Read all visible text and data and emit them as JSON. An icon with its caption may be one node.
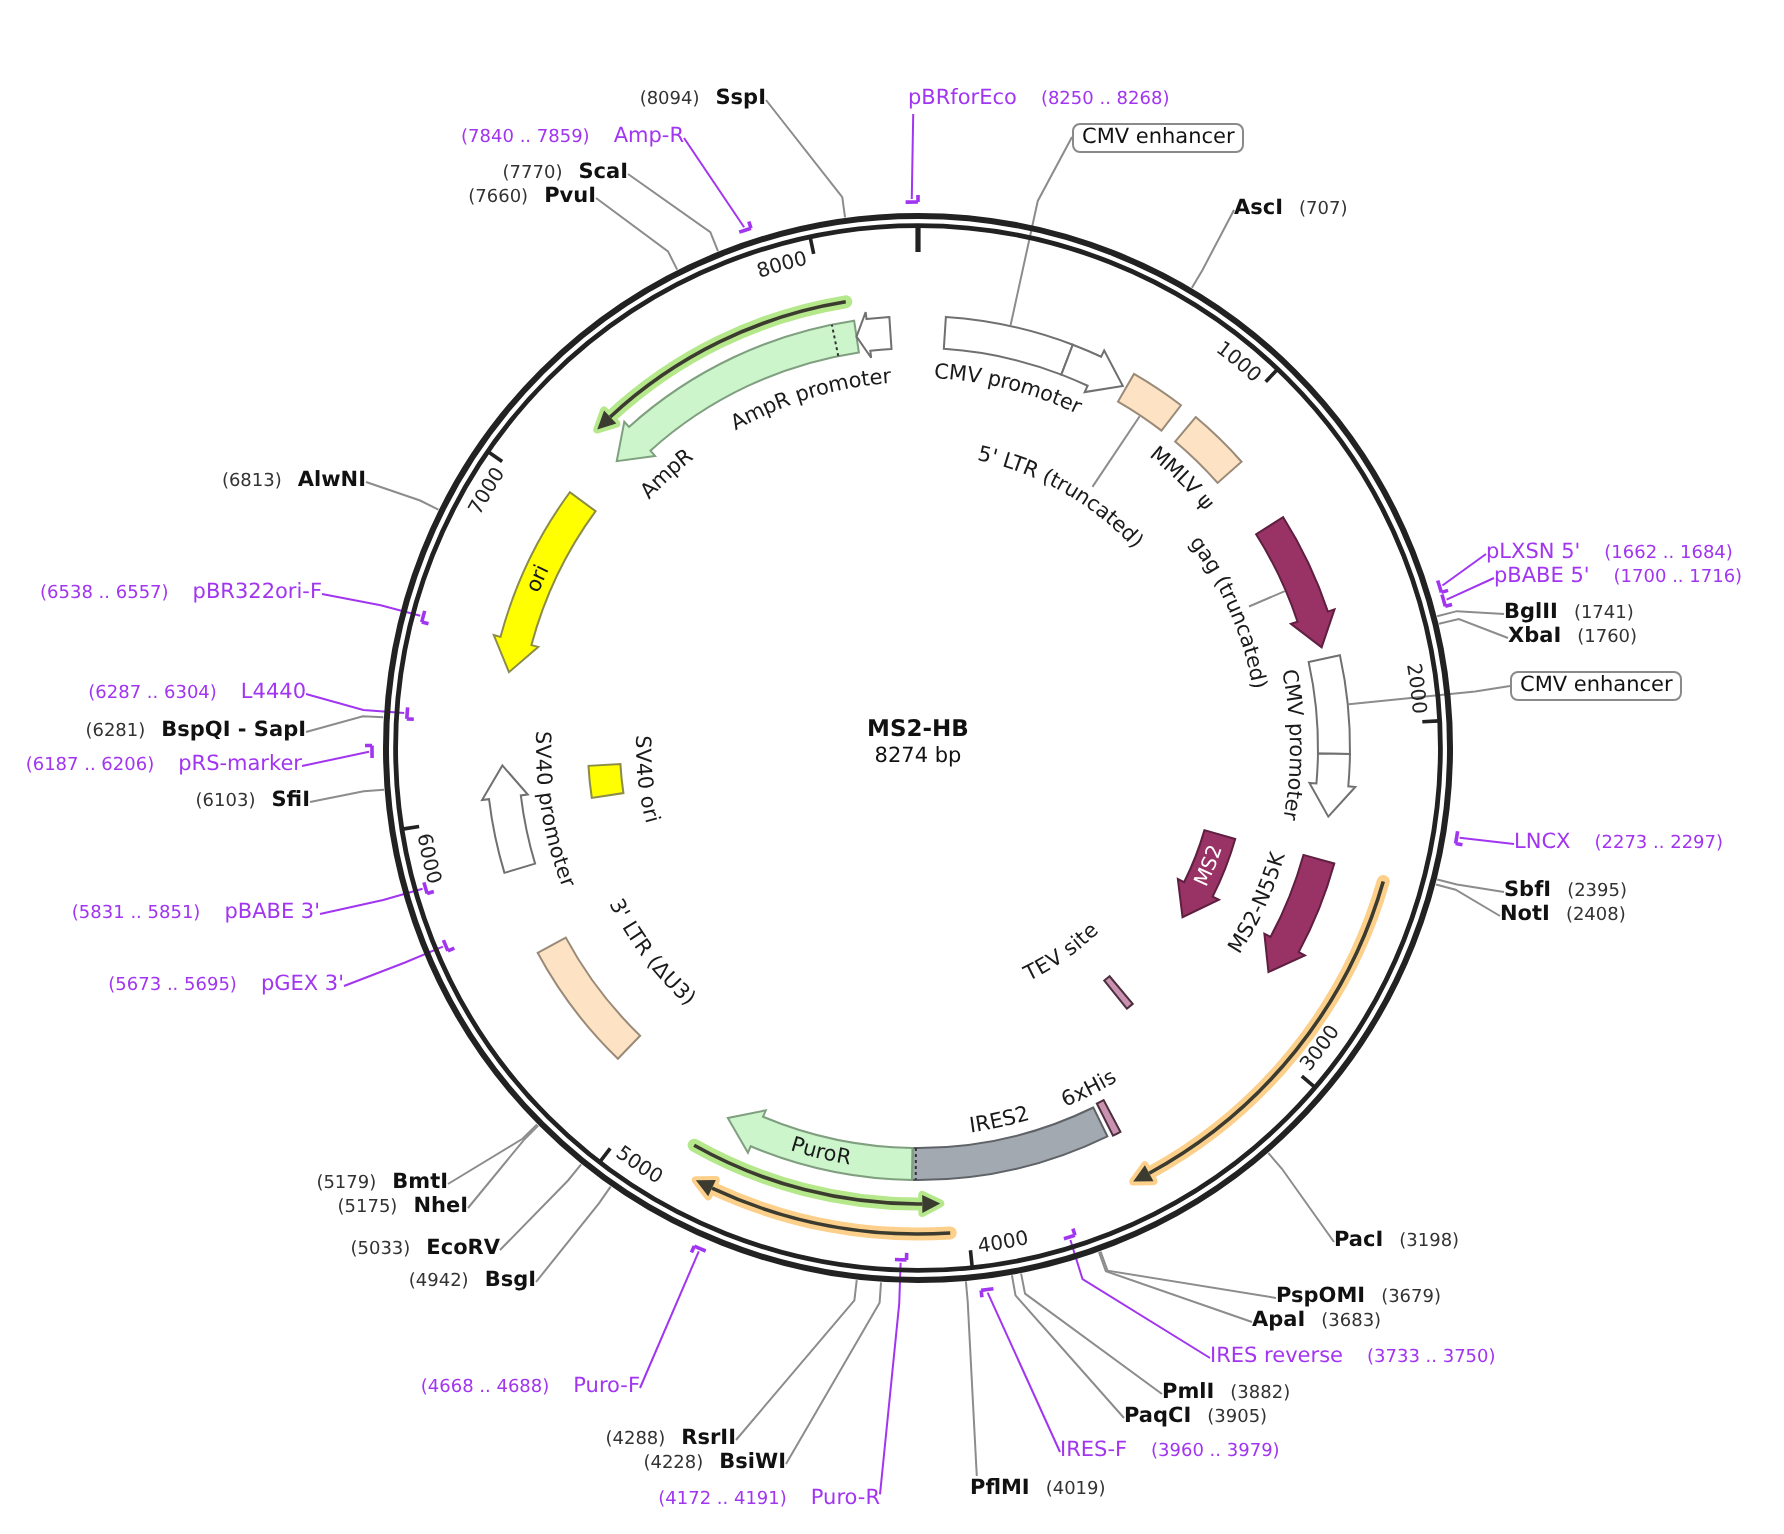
{
  "diagram": {
    "nodes": [
      {
        "text": [
          "MS2-HB",
          "8274 bp"
        ]
      },
      {
        "text": [],
        "shape": "box",
        "in": 0
      },
      {
        "text": [
          "CMV promoter"
        ],
        "in": 0
      },
      {
        "text": [],
        "shape": "box",
        "in": 0
      },
      {
        "text": [
          "5' LTR (truncated)"
        ],
        "in": 0
      },
      {
        "text": [
          "MMLV ψ"
        ],
        "in": 0
      },
      {
        "text": [],
        "shape": "arrow",
        "in": 0
      },
      {
        "text": [
          "gag (truncated)"
        ],
        "in": 0
      },
      {
        "text": [],
        "shape": "box",
        "in": 0
      },
      {
        "text": [
          "CMV promoter"
        ],
        "in": 0
      },
      {
        "text": [
          "MS2"
        ],
        "in": 0
      },
      {
        "text": [
          "MS2-N55K"
        ],
        "in": 0
      },
      {
        "text": [
          "TEV site"
        ],
        "in": 0
      },
      {
        "text": [
          "6xHis"
        ],
        "in": 0
      },
      {
        "text": [
          "IRES2"
        ],
        "in": 0
      },
      {
        "text": [
          "PuroR"
        ],
        "in": 0
      },
      {
        "text": [
          "3' LTR (ΔU3)"
        ],
        "in": 0
      },
      {
        "text": [
          "SV40 promoter"
        ],
        "in": 0
      },
      {
        "text": [
          "SV40 ori"
        ],
        "in": 0
      },
      {
        "text": [
          "ori"
        ],
        "in": 0
      },
      {
        "text": [
          "AmpR"
        ],
        "in": 0
      },
      {
        "text": [
          "AmpR promoter"
        ],
        "in": 0
      },
      {
        "text": [
          "CMV enhancer"
        ]
      },
      {
        "text": [
          "pBRforEco",
          "(8250 .. 8268)"
        ]
      },
      {
        "text": [],
        "shape": "bar"
      },
      {
        "text": [
          "AscI",
          "(707)"
        ]
      },
      {
        "text": [
          "pLXSN 5'",
          "(1662 .. 1684)"
        ]
      },
      {
        "text": [],
        "shape": "bar"
      },
      {
        "text": [
          "pBABE 5'",
          "(1700 .. 1716)"
        ]
      },
      {
        "text": [],
        "shape": "bar"
      },
      {
        "text": [
          "BglII",
          "(1741)"
        ]
      },
      {
        "text": [
          "XbaI",
          "(1760)"
        ]
      },
      {
        "text": [
          "CMV enhancer"
        ]
      },
      {
        "text": [
          "LNCX",
          "(2273 .. 2297)"
        ]
      },
      {
        "text": [],
        "shape": "bar"
      },
      {
        "text": [
          "SbfI",
          "(2395)"
        ]
      },
      {
        "text": [
          "NotI",
          "(2408)"
        ]
      },
      {
        "text": [
          "PacI",
          "(3198)"
        ]
      },
      {
        "text": [
          "PspOMI",
          "(3679)"
        ]
      },
      {
        "text": [
          "ApaI",
          "(3683)"
        ]
      },
      {
        "text": [
          "IRES reverse",
          "(3733 .. 3750)"
        ]
      },
      {
        "text": [],
        "shape": "bar",
        "in": 0
      },
      {
        "text": [
          "PmlI",
          "(3882)"
        ]
      },
      {
        "text": [
          "PaqCI",
          "(3905)"
        ]
      },
      {
        "text": [
          "IRES-F",
          "(3960 .. 3979)"
        ]
      },
      {
        "text": [],
        "shape": "bar"
      },
      {
        "text": [
          "PflMI",
          "(4019)"
        ]
      },
      {
        "text": [
          "(4172 .. 4191)",
          "Puro-R"
        ]
      },
      {
        "text": [],
        "shape": "bar",
        "in": 0
      },
      {
        "text": [
          "(4228)",
          "BsiWI"
        ]
      },
      {
        "text": [
          "(4288)",
          "RsrII"
        ]
      },
      {
        "text": [
          "(4668 .. 4688)",
          "Puro-F"
        ]
      },
      {
        "text": [],
        "shape": "bar"
      },
      {
        "text": [
          "(4942)",
          "BsgI"
        ]
      },
      {
        "text": [
          "(5033)",
          "EcoRV"
        ]
      },
      {
        "text": [
          "(5175)",
          "NheI"
        ]
      },
      {
        "text": [
          "(5179)",
          "BmtI"
        ]
      },
      {
        "text": [
          "(5673 .. 5695)",
          "pGEX 3'"
        ]
      },
      {
        "text": [],
        "shape": "bar",
        "in": 0
      },
      {
        "text": [
          "(5831 .. 5851)",
          "pBABE 3'"
        ]
      },
      {
        "text": [],
        "shape": "bar",
        "in": 0
      },
      {
        "text": [
          "(6103)",
          "SfiI"
        ]
      },
      {
        "text": [
          "(6187 .. 6206)",
          "pRS-marker"
        ]
      },
      {
        "text": [],
        "shape": "bar"
      },
      {
        "text": [
          "(6281)",
          "BspQI - SapI"
        ]
      },
      {
        "text": [
          "(6287 .. 6304)",
          "L4440"
        ]
      },
      {
        "text": [],
        "shape": "bar",
        "in": 0
      },
      {
        "text": [
          "(6538 .. 6557)",
          "pBR322ori-F"
        ]
      },
      {
        "text": [],
        "shape": "bar",
        "in": 0
      },
      {
        "text": [
          "(6813)",
          "AlwNI"
        ]
      },
      {
        "text": [
          "(7660)",
          "PvuI"
        ]
      },
      {
        "text": [
          "(7770)",
          "ScaI"
        ]
      },
      {
        "text": [
          "(7840 .. 7859)",
          "Amp-R"
        ]
      },
      {
        "text": [],
        "shape": "bar"
      },
      {
        "text": [
          "(8094)",
          "SspI"
        ]
      }
    ],
    "edges": [
      {
        "from": 22,
        "to": 1,
        "arrow": "none"
      },
      {
        "from": 4,
        "to": 3,
        "arrow": "none"
      },
      {
        "from": 7,
        "to": 6,
        "arrow": "none"
      },
      {
        "from": 32,
        "to": 8,
        "arrow": "none"
      },
      {
        "from": 23,
        "to": 24,
        "arrow": "none",
        "color": "#a135f0"
      },
      {
        "from": 25,
        "to": 0,
        "arrow": "none"
      },
      {
        "from": 26,
        "to": 27,
        "arrow": "none",
        "color": "#a135f0"
      },
      {
        "from": 28,
        "to": 29,
        "arrow": "none",
        "color": "#a135f0"
      },
      {
        "from": 30,
        "to": 0,
        "arrow": "none"
      },
      {
        "from": 31,
        "to": 0,
        "arrow": "none"
      },
      {
        "from": 33,
        "to": 34,
        "arrow": "none",
        "color": "#a135f0"
      },
      {
        "from": 35,
        "to": 0,
        "arrow": "none"
      },
      {
        "from": 36,
        "to": 0,
        "arrow": "none"
      },
      {
        "from": 37,
        "to": 0,
        "arrow": "none"
      },
      {
        "from": 38,
        "to": 0,
        "arrow": "none"
      },
      {
        "from": 39,
        "to": 0,
        "arrow": "none"
      },
      {
        "from": 40,
        "to": 41,
        "arrow": "none",
        "color": "#a135f0"
      },
      {
        "from": 42,
        "to": 0,
        "arrow": "none"
      },
      {
        "from": 43,
        "to": 0,
        "arrow": "none"
      },
      {
        "from": 44,
        "to": 45,
        "arrow": "none",
        "color": "#a135f0"
      },
      {
        "from": 46,
        "to": 0,
        "arrow": "none"
      },
      {
        "from": 47,
        "to": 48,
        "arrow": "none",
        "color": "#a135f0"
      },
      {
        "from": 49,
        "to": 0,
        "arrow": "none"
      },
      {
        "from": 50,
        "to": 0,
        "arrow": "none"
      },
      {
        "from": 51,
        "to": 52,
        "arrow": "none",
        "color": "#a135f0"
      },
      {
        "from": 53,
        "to": 0,
        "arrow": "none"
      },
      {
        "from": 54,
        "to": 0,
        "arrow": "none"
      },
      {
        "from": 55,
        "to": 0,
        "arrow": "none"
      },
      {
        "from": 56,
        "to": 0,
        "arrow": "none"
      },
      {
        "from": 57,
        "to": 58,
        "arrow": "none",
        "color": "#a135f0"
      },
      {
        "from": 59,
        "to": 60,
        "arrow": "none",
        "color": "#a135f0"
      },
      {
        "from": 61,
        "to": 0,
        "arrow": "none"
      },
      {
        "from": 62,
        "to": 63,
        "arrow": "none",
        "color": "#a135f0"
      },
      {
        "from": 64,
        "to": 0,
        "arrow": "none"
      },
      {
        "from": 65,
        "to": 66,
        "arrow": "none",
        "color": "#a135f0"
      },
      {
        "from": 67,
        "to": 68,
        "arrow": "none",
        "color": "#a135f0"
      },
      {
        "from": 69,
        "to": 0,
        "arrow": "none"
      },
      {
        "from": 70,
        "to": 0,
        "arrow": "none"
      },
      {
        "from": 71,
        "to": 0,
        "arrow": "none"
      },
      {
        "from": 72,
        "to": 73,
        "arrow": "none",
        "color": "#a135f0"
      },
      {
        "from": 74,
        "to": 0,
        "arrow": "none"
      }
    ],
    "labels": [
      "1000",
      "2000",
      "3000",
      "4000",
      "5000",
      "6000",
      "7000",
      "8000"
    ]
  }
}
